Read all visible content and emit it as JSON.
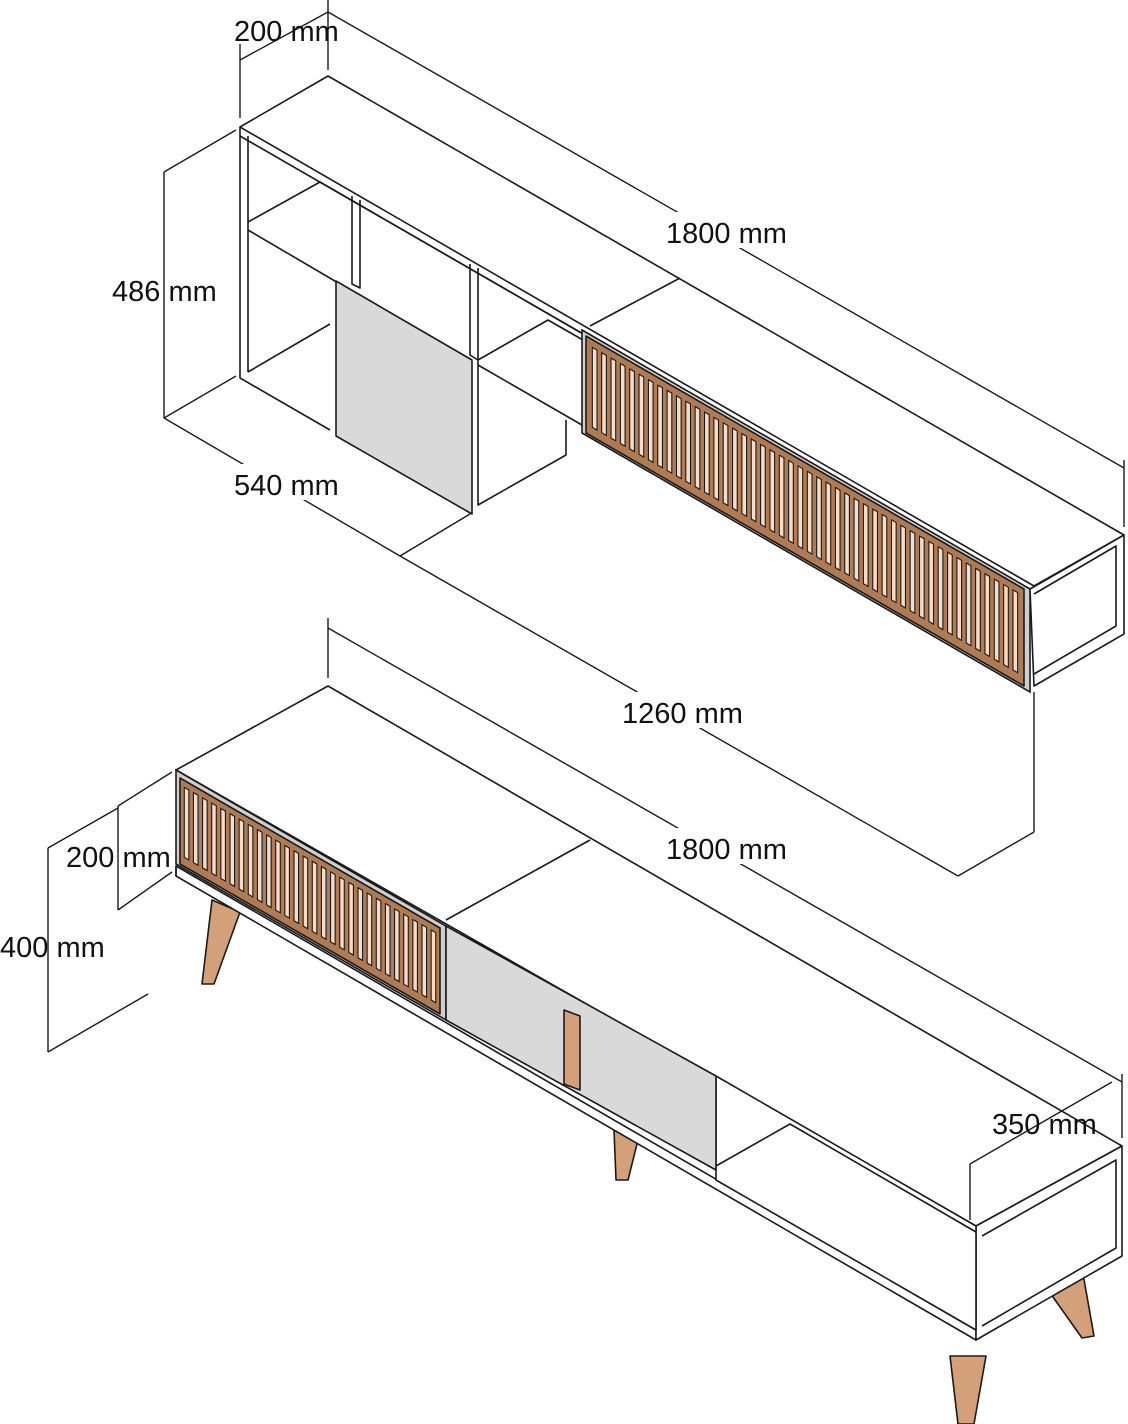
{
  "dimensions": {
    "top_depth": "200 mm",
    "top_width": "1800 mm",
    "top_height": "486 mm",
    "top_left_width": "540 mm",
    "top_right_width": "1260 mm",
    "bottom_width": "1800 mm",
    "bottom_drawer_height": "200 mm",
    "bottom_height": "400 mm",
    "bottom_depth": "350 mm"
  }
}
